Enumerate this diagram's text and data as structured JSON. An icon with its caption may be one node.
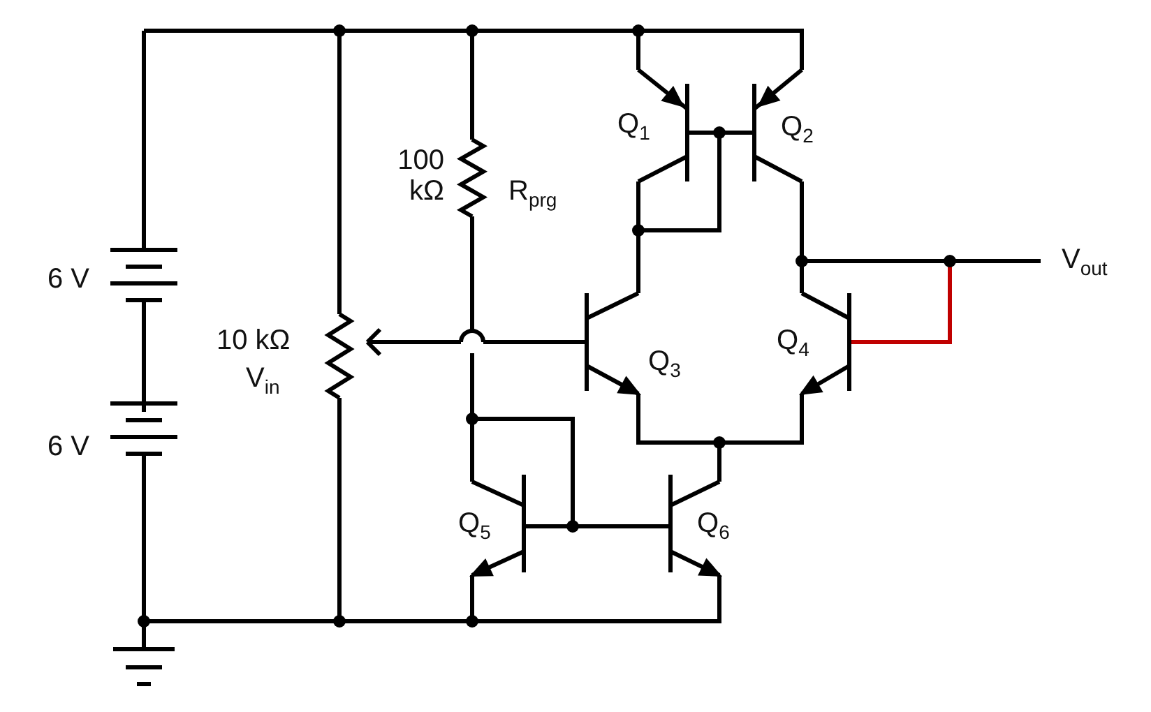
{
  "diagram": {
    "labels": [
      "6 V",
      "6 V",
      "10 kΩ",
      "V$_{in}$",
      "100 kΩ",
      "R$_{prg}$",
      "Q$_{1}$",
      "Q$_{2}$",
      "Q$_{3}$",
      "Q$_{4}$",
      "Q$_{5}$",
      "Q$_{6}$",
      "V$_{out}$"
    ]
  }
}
